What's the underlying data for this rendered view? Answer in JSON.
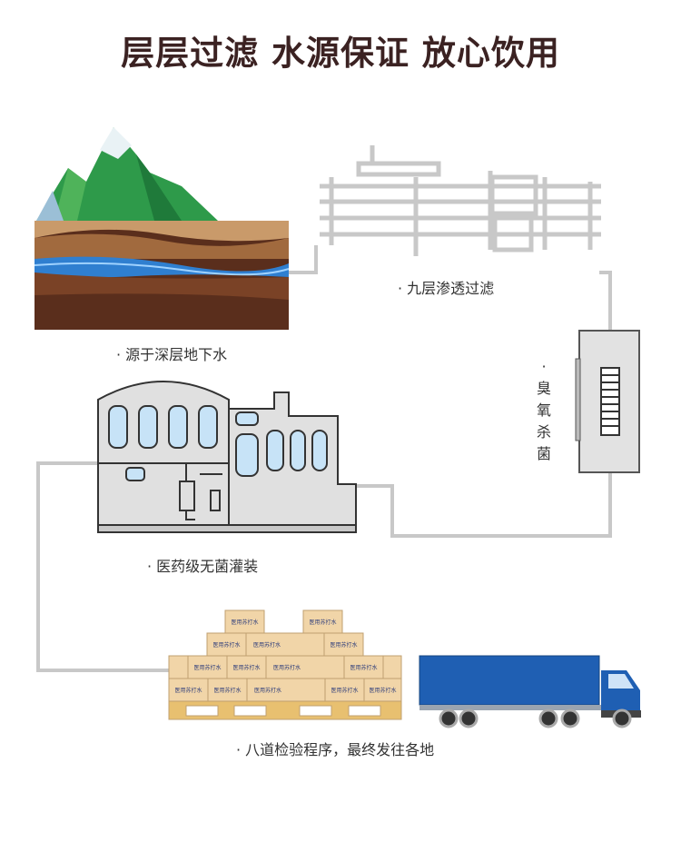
{
  "title": "层层过滤 水源保证 放心饮用",
  "steps": {
    "source": "· 源于深层地下水",
    "filter": "· 九层渗透过滤",
    "ozone": [
      "·",
      "臭",
      "氧",
      "杀",
      "菌"
    ],
    "filling": "· 医药级无菌灌装",
    "inspection": "· 八道检验程序，最终发往各地"
  },
  "box_label": "医用苏打水",
  "colors": {
    "title": "#3b2222",
    "pipe": "#c8c8c8",
    "truck": "#1f5fb3"
  }
}
